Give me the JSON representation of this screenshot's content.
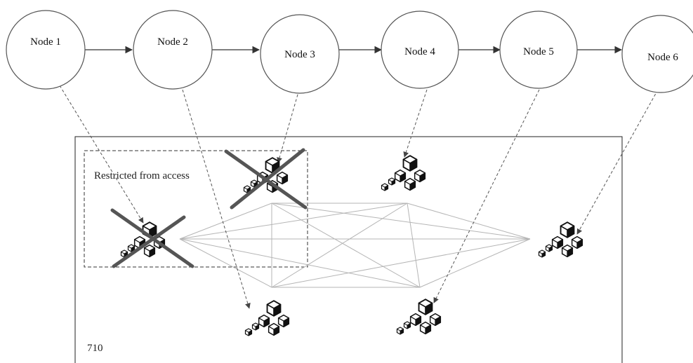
{
  "nodes": [
    {
      "label": "Node 1"
    },
    {
      "label": "Node 2"
    },
    {
      "label": "Node 3"
    },
    {
      "label": "Node 4"
    },
    {
      "label": "Node 5"
    },
    {
      "label": "Node 6"
    }
  ],
  "network": {
    "ref_label": "710",
    "restricted_label": "Restricted from access"
  },
  "icons": {
    "cluster": "block-cluster-icon",
    "restricted_marker": "cross-icon"
  }
}
